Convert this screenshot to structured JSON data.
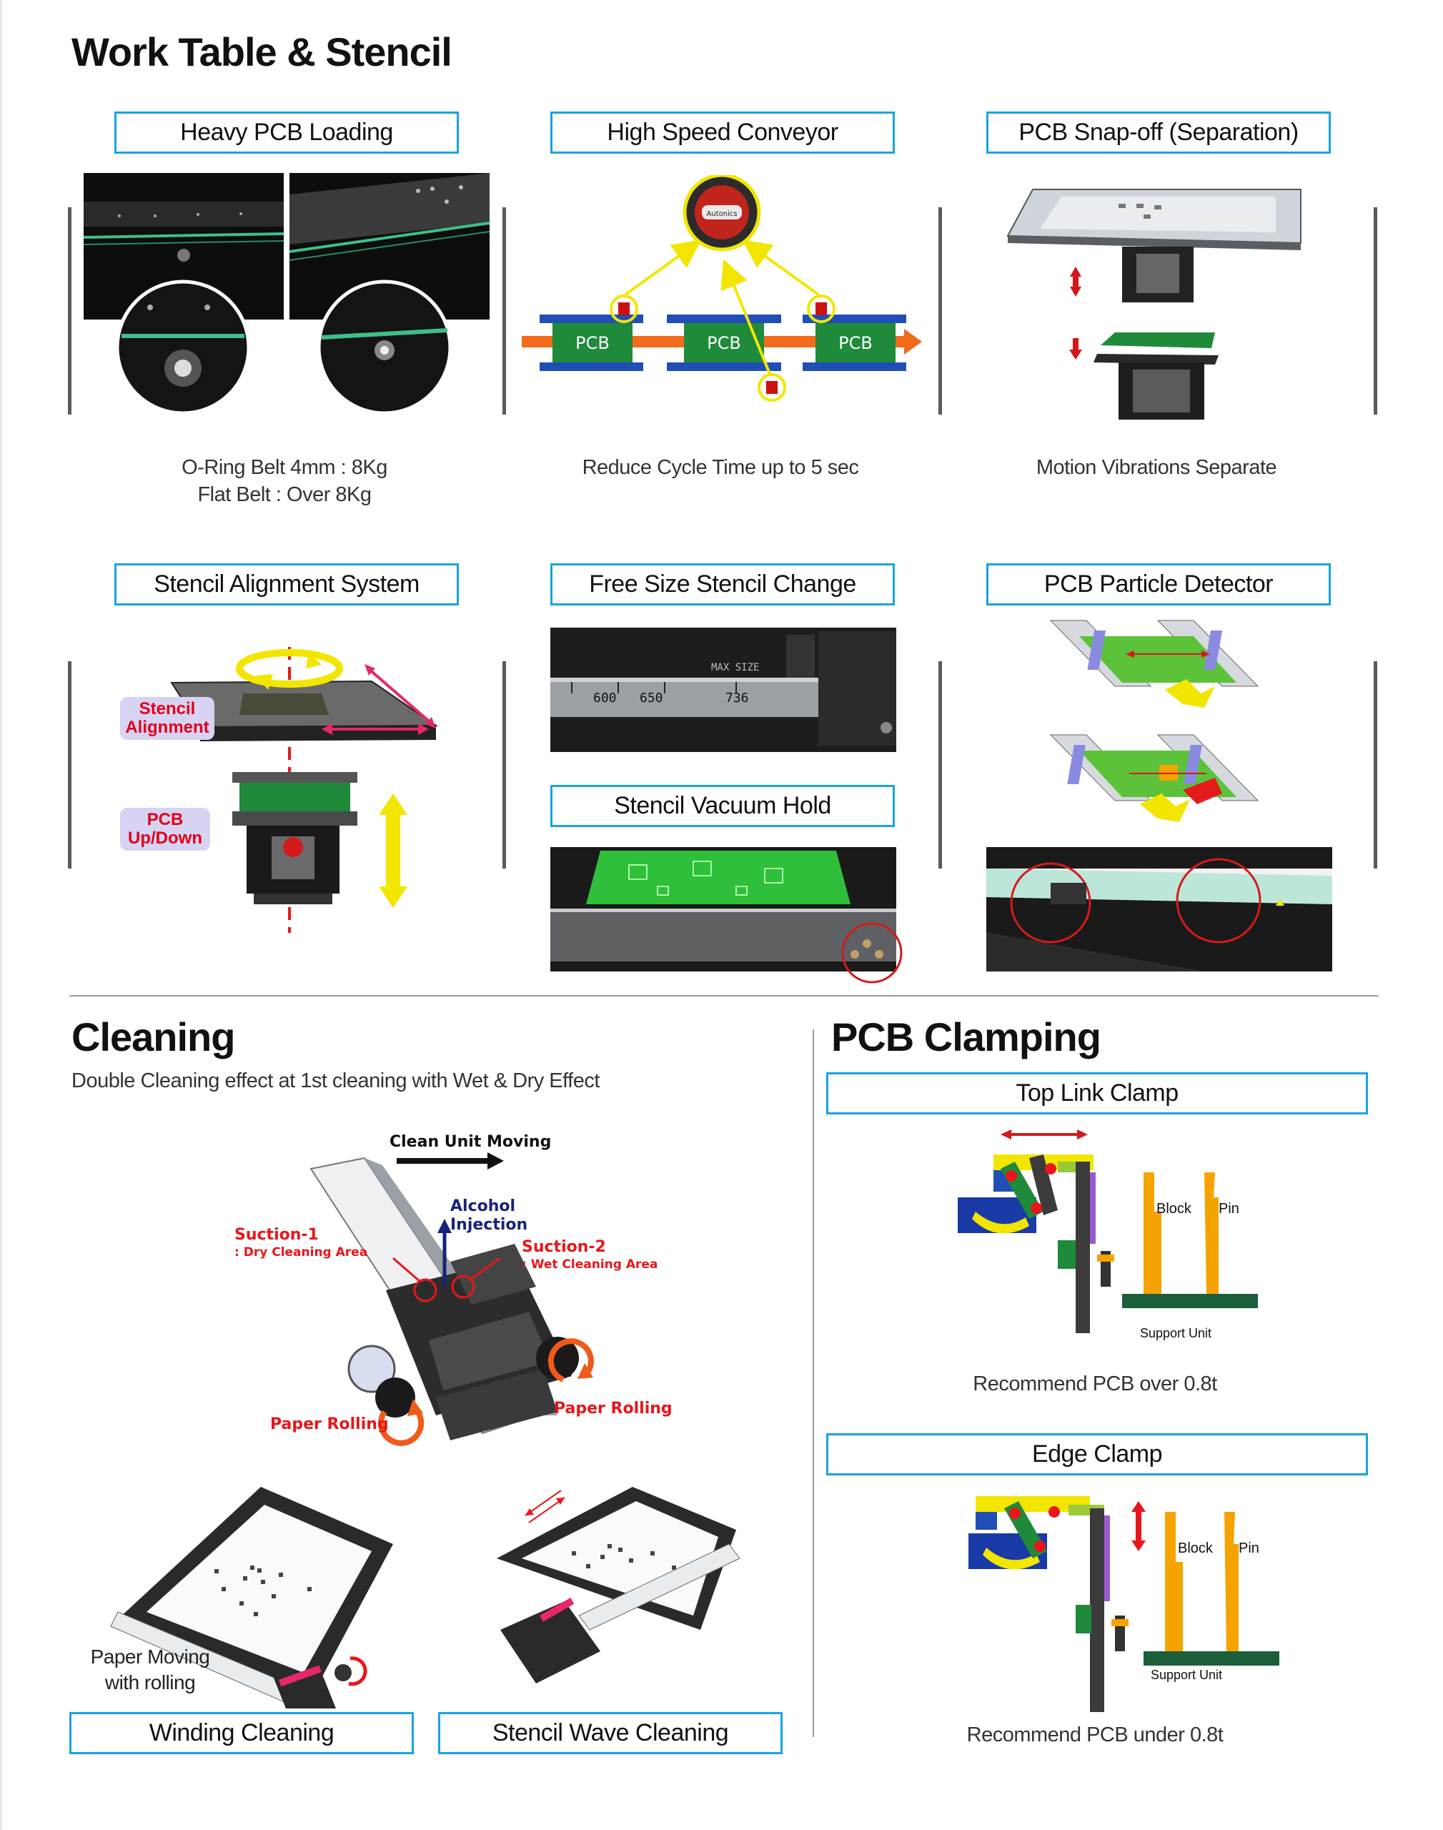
{
  "work_table": {
    "title": "Work Table & Stencil",
    "features": [
      {
        "label": "Heavy PCB Loading",
        "caption_lines": [
          "O-Ring Belt 4mm : 8Kg",
          "Flat Belt : Over 8Kg"
        ]
      },
      {
        "label": "High Speed Conveyor",
        "caption_lines": [
          "Reduce Cycle Time up to 5 sec"
        ],
        "pcb_labels": [
          "PCB",
          "PCB",
          "PCB"
        ],
        "sensor_text": "Autonics"
      },
      {
        "label": "PCB Snap-off (Separation)",
        "caption_lines": [
          "Motion Vibrations Separate"
        ]
      },
      {
        "label": "Stencil Alignment System",
        "tags": [
          "Stencil Alignment",
          "PCB Up/Down"
        ]
      },
      {
        "label": "Free Size Stencil Change",
        "ruler_marks": [
          "600",
          "650",
          "736"
        ],
        "ruler_label": "MAX SIZE"
      },
      {
        "label": "Stencil Vacuum Hold"
      },
      {
        "label": "PCB Particle Detector"
      }
    ]
  },
  "cleaning": {
    "title": "Cleaning",
    "subtitle": "Double Cleaning effect at 1st cleaning with Wet & Dry Effect",
    "diagram_labels": {
      "moving": "Clean Unit Moving",
      "alcohol": "Alcohol Injection",
      "suction1": "Suction-1",
      "suction1_sub": ": Dry Cleaning Area",
      "suction2": "Suction-2",
      "suction2_sub": ": Wet Cleaning Area",
      "paper_left": "Paper Rolling",
      "paper_right": "Paper Rolling"
    },
    "paper_note_lines": [
      "Paper Moving",
      "with rolling"
    ],
    "modes": [
      {
        "label": "Winding Cleaning"
      },
      {
        "label": "Stencil Wave Cleaning"
      }
    ]
  },
  "clamping": {
    "title": "PCB Clamping",
    "types": [
      {
        "label": "Top Link Clamp",
        "block": "Block",
        "pin": "Pin",
        "support": "Support Unit",
        "caption": "Recommend PCB over 0.8t"
      },
      {
        "label": "Edge Clamp",
        "block": "Block",
        "pin": "Pin",
        "support": "Support Unit",
        "caption": "Recommend PCB under 0.8t"
      }
    ]
  },
  "colors": {
    "box_border": "#1aa3e0",
    "pcb_green": "#1f8a3a",
    "conveyor_blue": "#1f4fb5",
    "arrow_orange": "#f26a1b",
    "red": "#e8161a",
    "yellow": "#f2e600",
    "orange_part": "#f5a300"
  }
}
